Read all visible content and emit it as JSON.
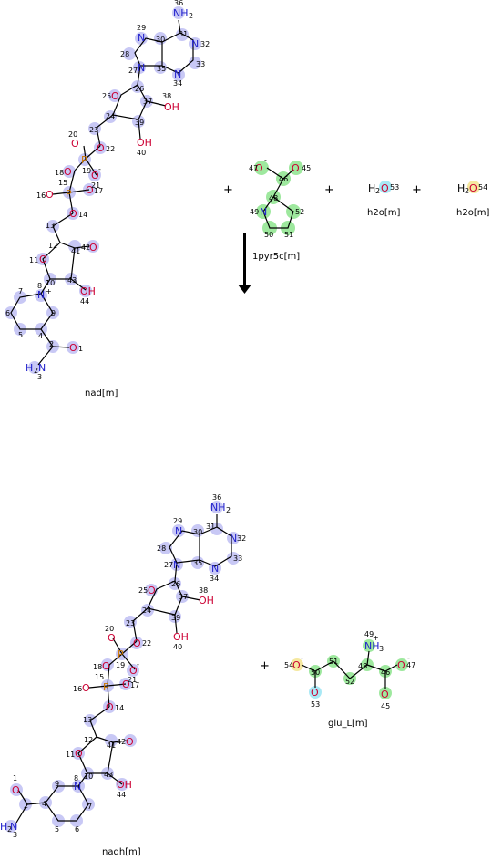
{
  "reaction": {
    "reactants": [
      {
        "id": "nad",
        "label": "nad[m]"
      },
      {
        "id": "1pyr5c",
        "label": "1pyr5c[m]"
      },
      {
        "id": "h2o_a",
        "label": "h2o[m]",
        "formula": "H2O",
        "index": "53"
      },
      {
        "id": "h2o_b",
        "label": "h2o[m]",
        "formula": "H2O",
        "index": "54"
      }
    ],
    "products": [
      {
        "id": "nadh",
        "label": "nadh[m]"
      },
      {
        "id": "glu_L",
        "label": "glu_L[m]"
      }
    ],
    "plus_sign": "+"
  },
  "highlight_colors": {
    "nad": "#c8c8f5",
    "pyr": "#9ee89e",
    "h2o_53": "#a8e8f5",
    "h2o_54": "#f5e8a0",
    "glu_cyan": "#a8e8f5"
  }
}
